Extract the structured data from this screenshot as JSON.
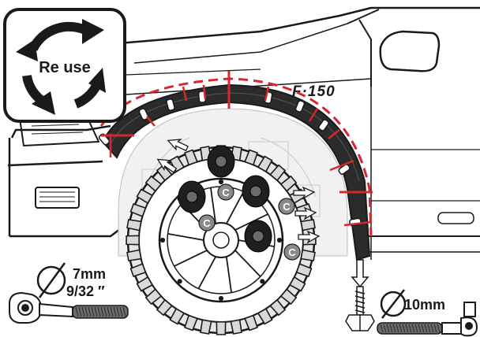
{
  "badge": {
    "text": "Re use",
    "icon": "recycle-arrows-icon"
  },
  "vehicle_badge": "F·150",
  "callout_letter": "C",
  "tools": {
    "socket_wrench": {
      "size_mm": "7mm",
      "size_in": "9/32 ″"
    },
    "screw_driver": {
      "size_mm": "10mm"
    }
  },
  "colors": {
    "alignment_dash": "#d7262f",
    "outline": "#1a1a1a",
    "badge_fill": "#ffffff",
    "callout_fill": "#8a8a8a"
  }
}
